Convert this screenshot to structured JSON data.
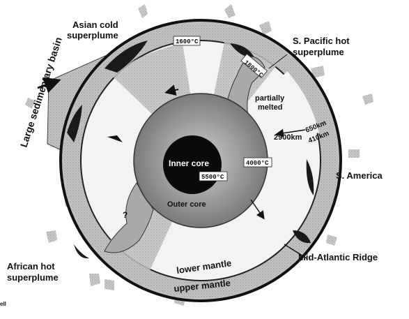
{
  "labels": {
    "asian_cold": [
      "Asian cold",
      "superplume"
    ],
    "south_pacific_hot": [
      "S. Pacific hot",
      "superplume"
    ],
    "sedimentary_basin": "Large sedimentary basin",
    "partially_melted": [
      "partially",
      "melted"
    ],
    "depth_2900": "2900km",
    "depth_650": "650km",
    "depth_410": "410km",
    "south_america": "S. America",
    "mid_atlantic_ridge": "Mid-Atlantic Ridge",
    "african_hot": [
      "African hot",
      "superplume"
    ],
    "lower_mantle": "lower mantle",
    "upper_mantle": "upper mantle",
    "inner_core": "Inner core",
    "outer_core": "Outer core",
    "question_mark": "?",
    "cut_text": "ell"
  },
  "temperatures": {
    "t1600": "1600°C",
    "t1800": "1800°C",
    "t4000": "4000°C",
    "t5500": "5500°C"
  },
  "colors": {
    "ink": "#111111",
    "ring_fill": "#b8b8b8",
    "mantle_fill": "#e6e6e6",
    "plume_fill": "#9a9a9a",
    "core_fill": "#8c8c8c",
    "inner_core_fill": "#0a0a0a"
  }
}
